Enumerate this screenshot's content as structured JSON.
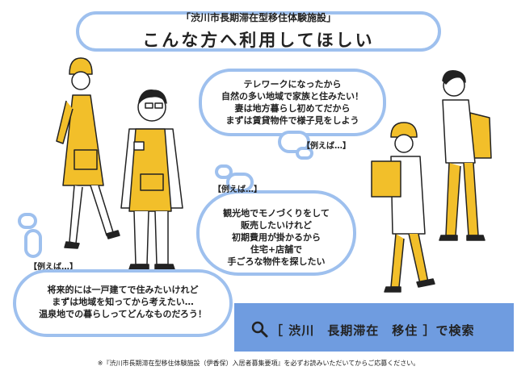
{
  "title": {
    "subtitle": "「渋川市長期滞在型移住体験施設」",
    "main": "こんな方へ利用してほしい"
  },
  "bubbles": [
    {
      "lines": [
        "テレワークになったから",
        "自然の多い地域で家族と住みたい！",
        "妻は地方暮らし初めてだから",
        "まずは賃貸物件で様子見をしよう"
      ],
      "example_label": "【例えば…】"
    },
    {
      "lines": [
        "観光地でモノづくりをして",
        "販売したいけれど",
        "初期費用が掛かるから",
        "住宅+店舗で",
        "手ごろな物件を探したい"
      ],
      "example_label": "【例えば…】"
    },
    {
      "lines": [
        "将来的には一戸建てで住みたいけれど",
        "まずは地域を知ってから考えたい…",
        "温泉地での暮らしってどんなものだろう！"
      ],
      "example_label": "【例えば…】"
    }
  ],
  "search": {
    "text": "［ 渋川　長期滞在　移住 ］で検索",
    "icon": "search-icon"
  },
  "footnote": "※『渋川市長期滞在型移住体験施設（伊香保）入居者募集要項』を必ずお読みいただいてからご応募ください。",
  "colors": {
    "bubble_border": "#9ec0ee",
    "accent_yellow": "#f2bf2a",
    "search_bg": "#6f9ce0"
  }
}
